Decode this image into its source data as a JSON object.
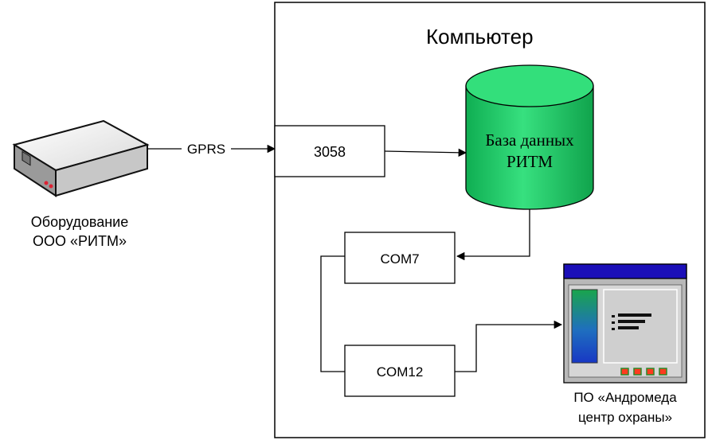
{
  "computer": {
    "title": "Компьютер"
  },
  "equipment": {
    "label_line1": "Оборудование",
    "label_line2": "ООО «РИТМ»"
  },
  "link": {
    "label": "GPRS"
  },
  "port_box": {
    "label": "3058"
  },
  "database": {
    "line1": "База данных",
    "line2": "РИТМ"
  },
  "com_left": {
    "label": "COM7"
  },
  "com_right": {
    "label": "COM12"
  },
  "software": {
    "label_line1": "ПО «Андромеда",
    "label_line2": "центр охраны»"
  },
  "colors": {
    "database_fill": "#22d36a",
    "window_titlebar": "#1b0fb8",
    "window_panel": "#c9c9c9",
    "indicator_lights": "#ff3b1f"
  }
}
